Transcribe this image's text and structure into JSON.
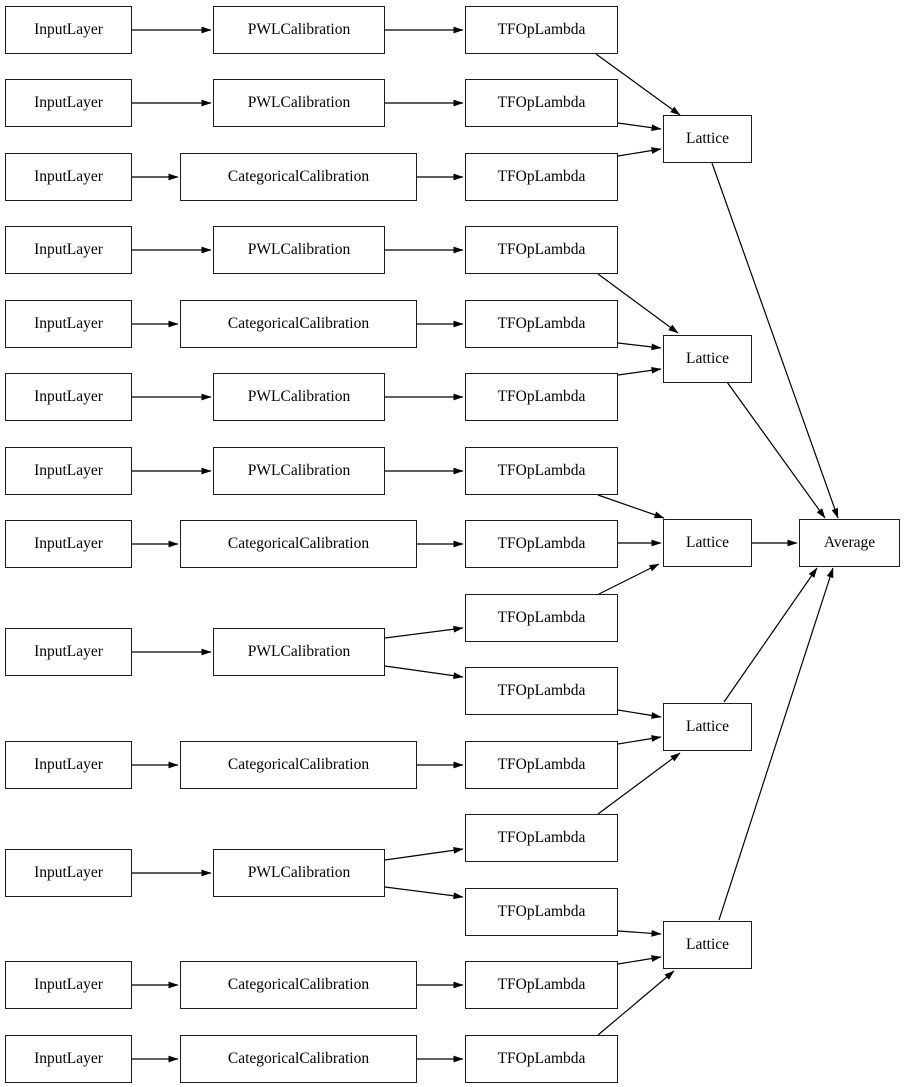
{
  "diagram": {
    "kind": "model-architecture-graph",
    "colors": {
      "background": "#ffffff",
      "node_fill": "#ffffff",
      "node_border": "#1c1c1c",
      "edge": "#000000",
      "text": "#000000"
    },
    "nodes": [
      {
        "id": "input_1",
        "label": "InputLayer"
      },
      {
        "id": "input_2",
        "label": "InputLayer"
      },
      {
        "id": "input_3",
        "label": "InputLayer"
      },
      {
        "id": "input_4",
        "label": "InputLayer"
      },
      {
        "id": "input_5",
        "label": "InputLayer"
      },
      {
        "id": "input_6",
        "label": "InputLayer"
      },
      {
        "id": "input_7",
        "label": "InputLayer"
      },
      {
        "id": "input_8",
        "label": "InputLayer"
      },
      {
        "id": "input_9",
        "label": "InputLayer"
      },
      {
        "id": "input_10",
        "label": "InputLayer"
      },
      {
        "id": "input_11",
        "label": "InputLayer"
      },
      {
        "id": "input_12",
        "label": "InputLayer"
      },
      {
        "id": "input_13",
        "label": "InputLayer"
      },
      {
        "id": "pwl_1",
        "label": "PWLCalibration"
      },
      {
        "id": "pwl_2",
        "label": "PWLCalibration"
      },
      {
        "id": "cat_1",
        "label": "CategoricalCalibration"
      },
      {
        "id": "pwl_3",
        "label": "PWLCalibration"
      },
      {
        "id": "cat_2",
        "label": "CategoricalCalibration"
      },
      {
        "id": "pwl_4",
        "label": "PWLCalibration"
      },
      {
        "id": "pwl_5",
        "label": "PWLCalibration"
      },
      {
        "id": "cat_3",
        "label": "CategoricalCalibration"
      },
      {
        "id": "pwl_6",
        "label": "PWLCalibration"
      },
      {
        "id": "cat_4",
        "label": "CategoricalCalibration"
      },
      {
        "id": "pwl_7",
        "label": "PWLCalibration"
      },
      {
        "id": "cat_5",
        "label": "CategoricalCalibration"
      },
      {
        "id": "cat_6",
        "label": "CategoricalCalibration"
      },
      {
        "id": "tfop_1",
        "label": "TFOpLambda"
      },
      {
        "id": "tfop_2",
        "label": "TFOpLambda"
      },
      {
        "id": "tfop_3",
        "label": "TFOpLambda"
      },
      {
        "id": "tfop_4",
        "label": "TFOpLambda"
      },
      {
        "id": "tfop_5",
        "label": "TFOpLambda"
      },
      {
        "id": "tfop_6",
        "label": "TFOpLambda"
      },
      {
        "id": "tfop_7",
        "label": "TFOpLambda"
      },
      {
        "id": "tfop_8",
        "label": "TFOpLambda"
      },
      {
        "id": "tfop_9",
        "label": "TFOpLambda"
      },
      {
        "id": "tfop_10",
        "label": "TFOpLambda"
      },
      {
        "id": "tfop_11",
        "label": "TFOpLambda"
      },
      {
        "id": "tfop_12",
        "label": "TFOpLambda"
      },
      {
        "id": "tfop_13",
        "label": "TFOpLambda"
      },
      {
        "id": "tfop_14",
        "label": "TFOpLambda"
      },
      {
        "id": "tfop_15",
        "label": "TFOpLambda"
      },
      {
        "id": "lattice_1",
        "label": "Lattice"
      },
      {
        "id": "lattice_2",
        "label": "Lattice"
      },
      {
        "id": "lattice_3",
        "label": "Lattice"
      },
      {
        "id": "lattice_4",
        "label": "Lattice"
      },
      {
        "id": "lattice_5",
        "label": "Lattice"
      },
      {
        "id": "average",
        "label": "Average"
      }
    ],
    "edges": [
      {
        "from": "input_1",
        "to": "pwl_1"
      },
      {
        "from": "input_2",
        "to": "pwl_2"
      },
      {
        "from": "input_3",
        "to": "cat_1"
      },
      {
        "from": "input_4",
        "to": "pwl_3"
      },
      {
        "from": "input_5",
        "to": "cat_2"
      },
      {
        "from": "input_6",
        "to": "pwl_4"
      },
      {
        "from": "input_7",
        "to": "pwl_5"
      },
      {
        "from": "input_8",
        "to": "cat_3"
      },
      {
        "from": "input_9",
        "to": "pwl_6"
      },
      {
        "from": "input_10",
        "to": "cat_4"
      },
      {
        "from": "input_11",
        "to": "pwl_7"
      },
      {
        "from": "input_12",
        "to": "cat_5"
      },
      {
        "from": "input_13",
        "to": "cat_6"
      },
      {
        "from": "pwl_1",
        "to": "tfop_1"
      },
      {
        "from": "pwl_2",
        "to": "tfop_2"
      },
      {
        "from": "cat_1",
        "to": "tfop_3"
      },
      {
        "from": "pwl_3",
        "to": "tfop_4"
      },
      {
        "from": "cat_2",
        "to": "tfop_5"
      },
      {
        "from": "pwl_4",
        "to": "tfop_6"
      },
      {
        "from": "pwl_5",
        "to": "tfop_7"
      },
      {
        "from": "cat_3",
        "to": "tfop_8"
      },
      {
        "from": "pwl_6",
        "to": "tfop_9"
      },
      {
        "from": "pwl_6",
        "to": "tfop_10"
      },
      {
        "from": "cat_4",
        "to": "tfop_11"
      },
      {
        "from": "pwl_7",
        "to": "tfop_12"
      },
      {
        "from": "pwl_7",
        "to": "tfop_13"
      },
      {
        "from": "cat_5",
        "to": "tfop_14"
      },
      {
        "from": "cat_6",
        "to": "tfop_15"
      },
      {
        "from": "tfop_1",
        "to": "lattice_1"
      },
      {
        "from": "tfop_2",
        "to": "lattice_1"
      },
      {
        "from": "tfop_3",
        "to": "lattice_1"
      },
      {
        "from": "tfop_4",
        "to": "lattice_2"
      },
      {
        "from": "tfop_5",
        "to": "lattice_2"
      },
      {
        "from": "tfop_6",
        "to": "lattice_2"
      },
      {
        "from": "tfop_7",
        "to": "lattice_3"
      },
      {
        "from": "tfop_8",
        "to": "lattice_3"
      },
      {
        "from": "tfop_9",
        "to": "lattice_3"
      },
      {
        "from": "tfop_10",
        "to": "lattice_4"
      },
      {
        "from": "tfop_11",
        "to": "lattice_4"
      },
      {
        "from": "tfop_12",
        "to": "lattice_4"
      },
      {
        "from": "tfop_13",
        "to": "lattice_5"
      },
      {
        "from": "tfop_14",
        "to": "lattice_5"
      },
      {
        "from": "tfop_15",
        "to": "lattice_5"
      },
      {
        "from": "lattice_1",
        "to": "average"
      },
      {
        "from": "lattice_2",
        "to": "average"
      },
      {
        "from": "lattice_3",
        "to": "average"
      },
      {
        "from": "lattice_4",
        "to": "average"
      },
      {
        "from": "lattice_5",
        "to": "average"
      }
    ]
  }
}
